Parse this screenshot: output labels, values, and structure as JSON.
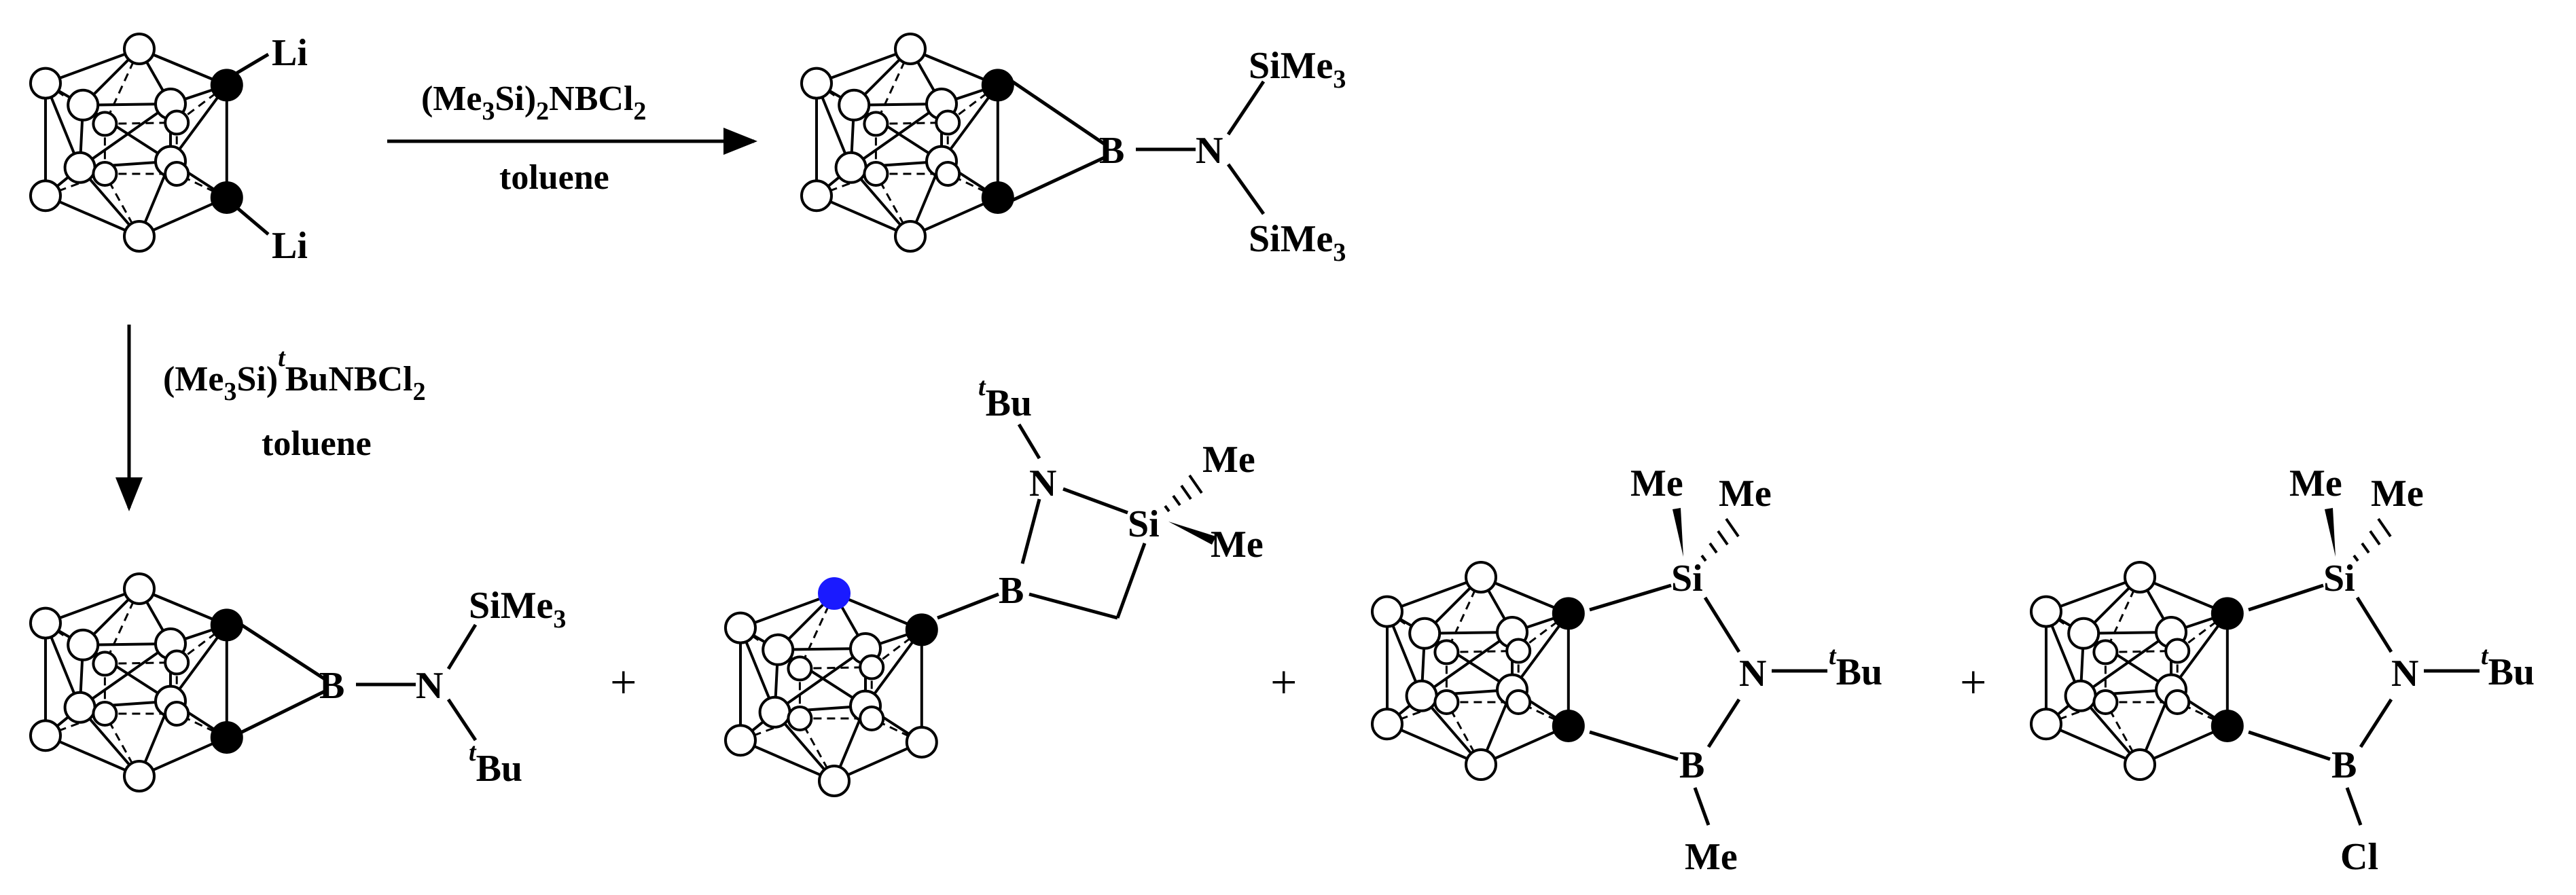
{
  "colors": {
    "ink": "#000000",
    "open_atom": "#ffffff",
    "carbon_atom": "#000000",
    "highlight_atom": "#1a1aff"
  },
  "reaction": {
    "top_arrow": {
      "reagent_main": "(Me",
      "reagent_sub1": "3",
      "reagent_mid": "Si)",
      "reagent_sub2": "2",
      "reagent_end": "NBCl",
      "reagent_sub3": "2",
      "solvent": "toluene"
    },
    "down_arrow": {
      "reagent_main": "(Me",
      "reagent_sub1": "3",
      "reagent_mid": "Si)",
      "reagent_sup": "t",
      "reagent_end": "BuNBCl",
      "reagent_sub2": "2",
      "solvent": "toluene"
    },
    "plus_signs": [
      "+",
      "+",
      "+"
    ]
  },
  "starting_material": {
    "substituent_top": "Li",
    "substituent_bottom": "Li"
  },
  "product_top": {
    "boron": "B",
    "nitrogen": "N",
    "group_top": "SiMe",
    "group_top_sub": "3",
    "group_bottom": "SiMe",
    "group_bottom_sub": "3"
  },
  "product_1": {
    "boron": "B",
    "nitrogen": "N",
    "group_top": "SiMe",
    "group_top_sub": "3",
    "tbu_sup": "t",
    "tbu": "Bu"
  },
  "product_2": {
    "tbu_sup": "t",
    "tbu": "Bu",
    "nitrogen": "N",
    "silicon": "Si",
    "methyl_a": "Me",
    "methyl_b": "Me",
    "boron": "B"
  },
  "product_3": {
    "methyl_a": "Me",
    "methyl_b": "Me",
    "silicon": "Si",
    "nitrogen": "N",
    "tbu_sup": "t",
    "tbu": "Bu",
    "boron": "B",
    "boron_sub": "Me"
  },
  "product_4": {
    "methyl_a": "Me",
    "methyl_b": "Me",
    "silicon": "Si",
    "nitrogen": "N",
    "tbu_sup": "t",
    "tbu": "Bu",
    "boron": "B",
    "boron_sub": "Cl"
  }
}
